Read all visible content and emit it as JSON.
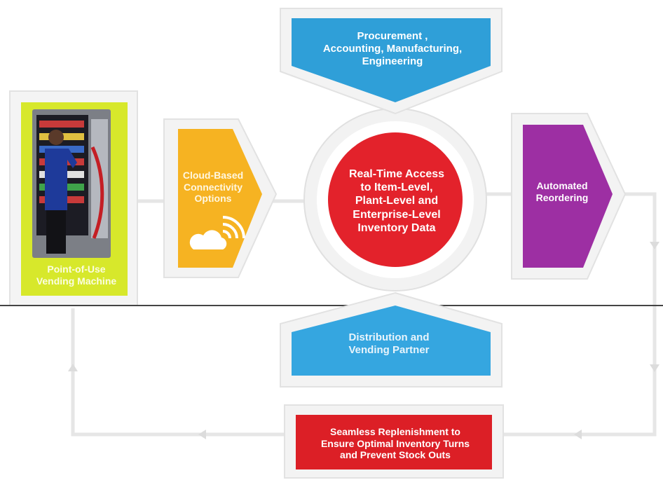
{
  "nodes": {
    "procurement": {
      "label": "Procurement ,\nAccounting, Manufacturing,\nEngineering",
      "color": "#2f9fd8"
    },
    "center": {
      "label": "Real-Time Access\nto Item-Level,\nPlant-Level and\nEnterprise-Level\nInventory Data",
      "color": "#e3222b"
    },
    "cloud": {
      "label": "Cloud-Based\nConnectivity\nOptions",
      "color": "#f6b322",
      "icon": "wifi-cloud-icon"
    },
    "reorder": {
      "label": "Automated\nReordering",
      "color": "#9d2fa3"
    },
    "vending": {
      "label": "Point-of-Use\nVending Machine",
      "color": "#d7e82b",
      "image": "vending-machine-photo"
    },
    "distribution": {
      "label": "Distribution and\nVending Partner",
      "color": "#35a6e0"
    },
    "replenish": {
      "label": "Seamless Replenishment to\nEnsure Optimal Inventory Turns\nand Prevent Stock Outs",
      "color": "#dc1f26"
    }
  },
  "connector_color": "#e6e6e6",
  "divider_color": "#444444"
}
